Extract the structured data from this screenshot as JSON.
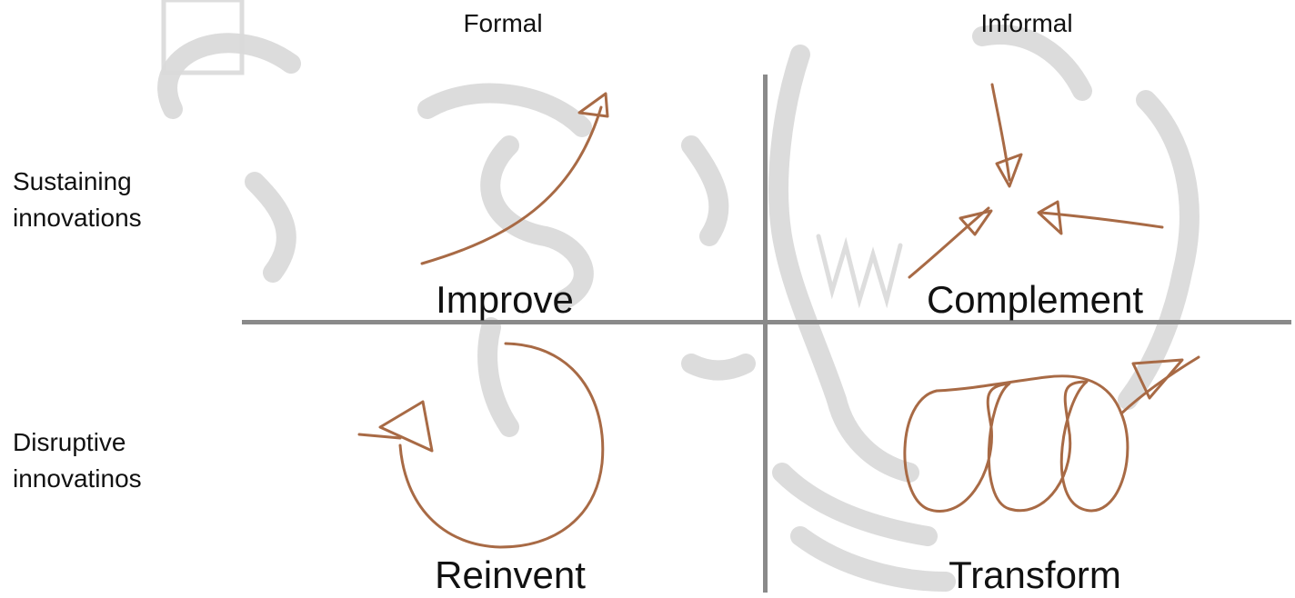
{
  "columns": {
    "formal": "Formal",
    "informal": "Informal"
  },
  "rows": {
    "sustaining": [
      "Sustaining",
      "innovations"
    ],
    "disruptive": [
      "Disruptive",
      "innovatinos"
    ]
  },
  "quadrants": {
    "improve": "Improve",
    "complement": "Complement",
    "reinvent": "Reinvent",
    "transform": "Transform"
  },
  "colors": {
    "sketch_stroke": "#a86a45",
    "axis": "#8a8a8a",
    "background_sketch": "#d9d9d9"
  },
  "icons": {
    "improve": "curved-arrow-up-right-icon",
    "complement": "converging-arrows-icon",
    "reinvent": "circular-arrow-icon",
    "transform": "looping-spiral-arrow-icon",
    "background": "lightbulb-sketch"
  }
}
